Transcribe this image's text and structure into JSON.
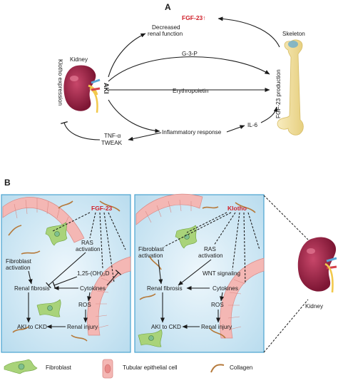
{
  "panel_a": {
    "letter": "A",
    "fgf23": "FGF-23↑",
    "decreased_renal_1": "Decreased",
    "decreased_renal_2": "renal function",
    "g3p": "G-3-P",
    "erythropoietin": "Erythropoietin",
    "inflammatory": "Inflammatory response",
    "il6": "IL-6",
    "tnf": "TNF-α",
    "tweak": "TWEAK",
    "kidney": "Kidney",
    "skeleton": "Skeleton",
    "aki": "AKI",
    "klotho_expression": "Klotho expression",
    "fgf23_production": "FGF-23 production"
  },
  "panel_b": {
    "letter": "B",
    "left": {
      "title": "FGF-23",
      "ras_1": "RAS",
      "ras_2": "activation",
      "fibro_1": "Fibroblast",
      "fibro_2": "activation",
      "vitd": "1,25-(OH)₂D",
      "renal_fibrosis": "Renal fibrosis",
      "cytokines": "Cytokines",
      "ros": "ROS",
      "aki_ckd": "AKI to CKD",
      "renal_injury": "Renal injury"
    },
    "right": {
      "title": "Klotho",
      "fibro_1": "Fibroblast",
      "fibro_2": "activation",
      "ras_1": "RAS",
      "ras_2": "activation",
      "wnt": "WNT signaling",
      "renal_fibrosis": "Renal fibrosis",
      "cytokines": "Cytokines",
      "ros": "ROS",
      "aki_ckd": "AKI to CKD",
      "renal_injury": "Renal injury"
    },
    "kidney": "Kidney"
  },
  "legend": {
    "fibroblast": "Fibroblast",
    "tubular": "Tubular epithelial cell",
    "collagen": "Collagen"
  },
  "colors": {
    "accent_red": "#d0202a",
    "panel_bg": "#d6ecf6",
    "panel_border": "#4aa3d0",
    "kidney": "#a8254a",
    "cell_pink": "#f4b7b4",
    "fibroblast_green": "#a9d37a",
    "collagen_brown": "#b5793a",
    "bone": "#f3e2a4"
  }
}
